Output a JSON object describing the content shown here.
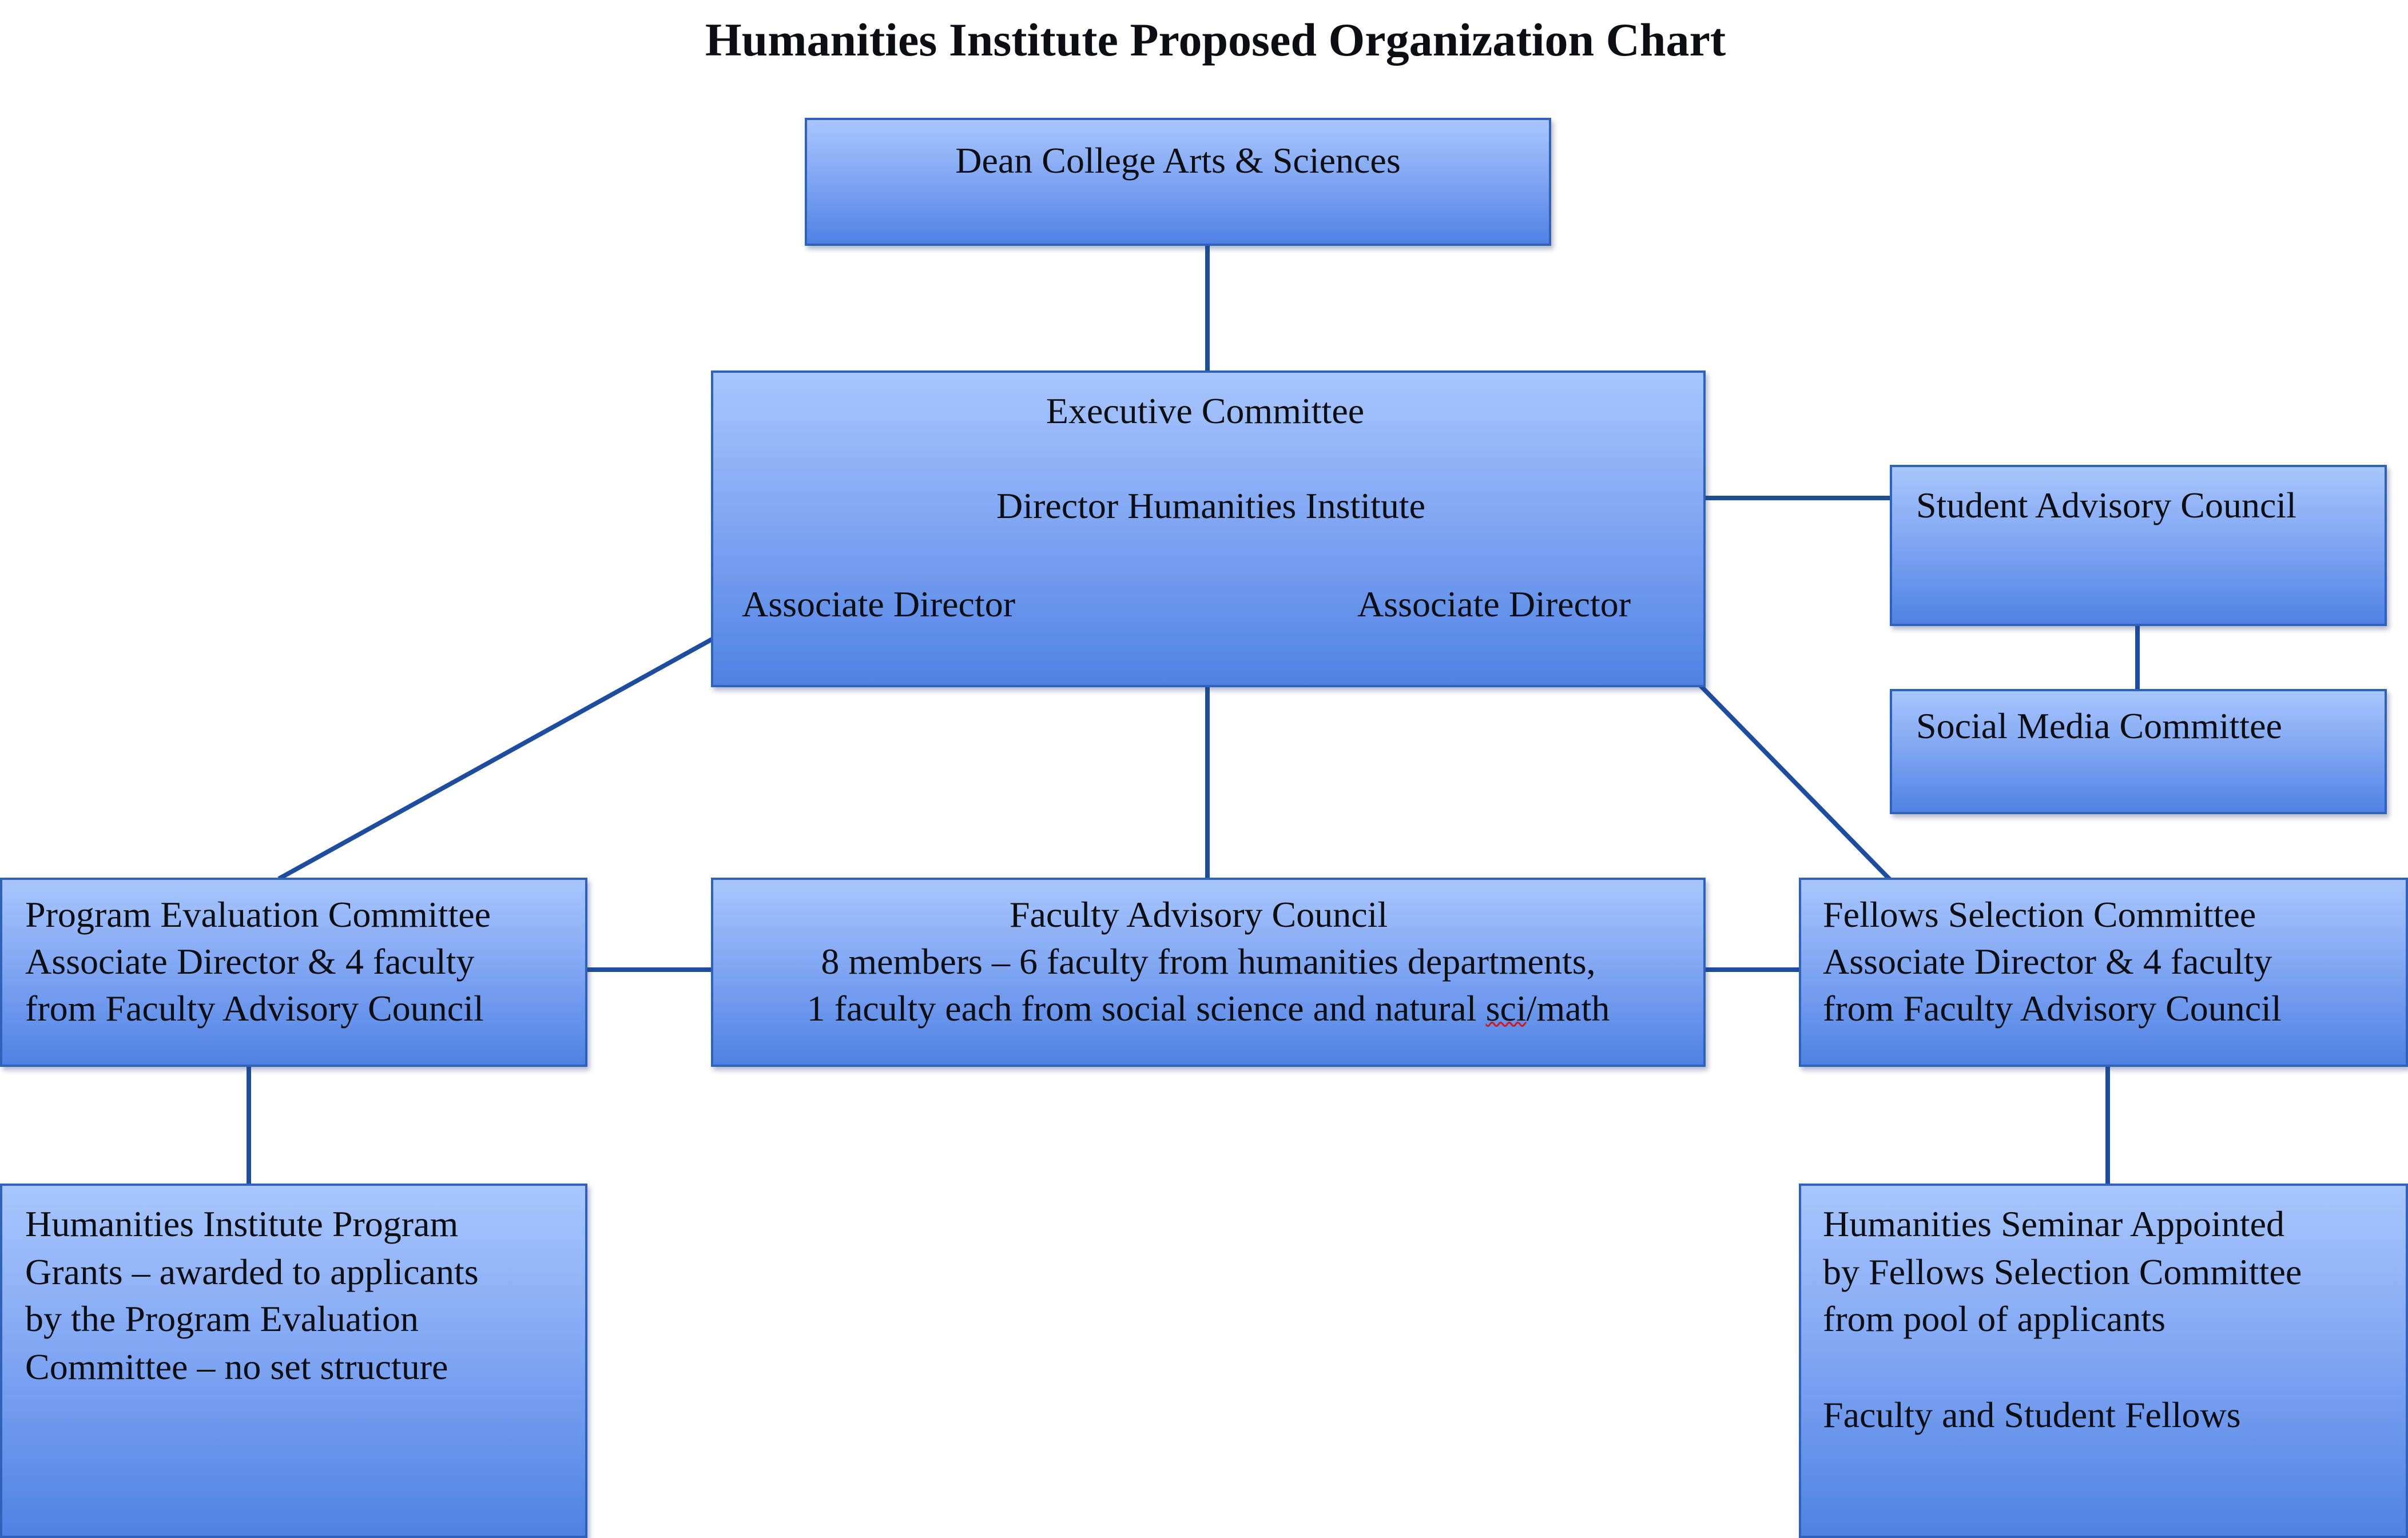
{
  "title": "Humanities Institute Proposed Organization Chart",
  "nodes": {
    "dean": {
      "label": "Dean College Arts & Sciences"
    },
    "executive": {
      "label": "Executive Committee",
      "director": "Director Humanities Institute",
      "associate_left": "Associate Director",
      "associate_right": "Associate Director"
    },
    "student_advisory": {
      "label": "Student Advisory Council"
    },
    "social_media": {
      "label": "Social Media Committee"
    },
    "program_evaluation": {
      "lines": [
        "Program Evaluation Committee",
        "Associate Director & 4 faculty",
        "from Faculty Advisory Council"
      ]
    },
    "faculty_advisory": {
      "lines": [
        "Faculty Advisory Council",
        "8 members – 6 faculty from humanities departments,"
      ],
      "line3_before": "1 faculty each from social science and natural ",
      "line3_flagged": "sci",
      "line3_after": "/math"
    },
    "fellows_selection": {
      "lines": [
        "Fellows Selection Committee",
        "Associate Director & 4 faculty",
        "from Faculty Advisory Council"
      ]
    },
    "program_grants": {
      "lines": [
        "Humanities Institute Program",
        "Grants – awarded to applicants",
        "by the Program Evaluation",
        "Committee – no set structure"
      ]
    },
    "seminar": {
      "lines": [
        "Humanities Seminar Appointed",
        "by Fellows Selection Committee",
        "from pool of applicants"
      ],
      "fellows": "Faculty and Student Fellows"
    }
  },
  "colors": {
    "box_top": "#a8c6fd",
    "box_mid": "#83a8f3",
    "box_bottom": "#4f82e4",
    "box_border": "#2f62b8",
    "connector": "#1f4d9e",
    "spellcheck_underline": "#d4141f"
  }
}
